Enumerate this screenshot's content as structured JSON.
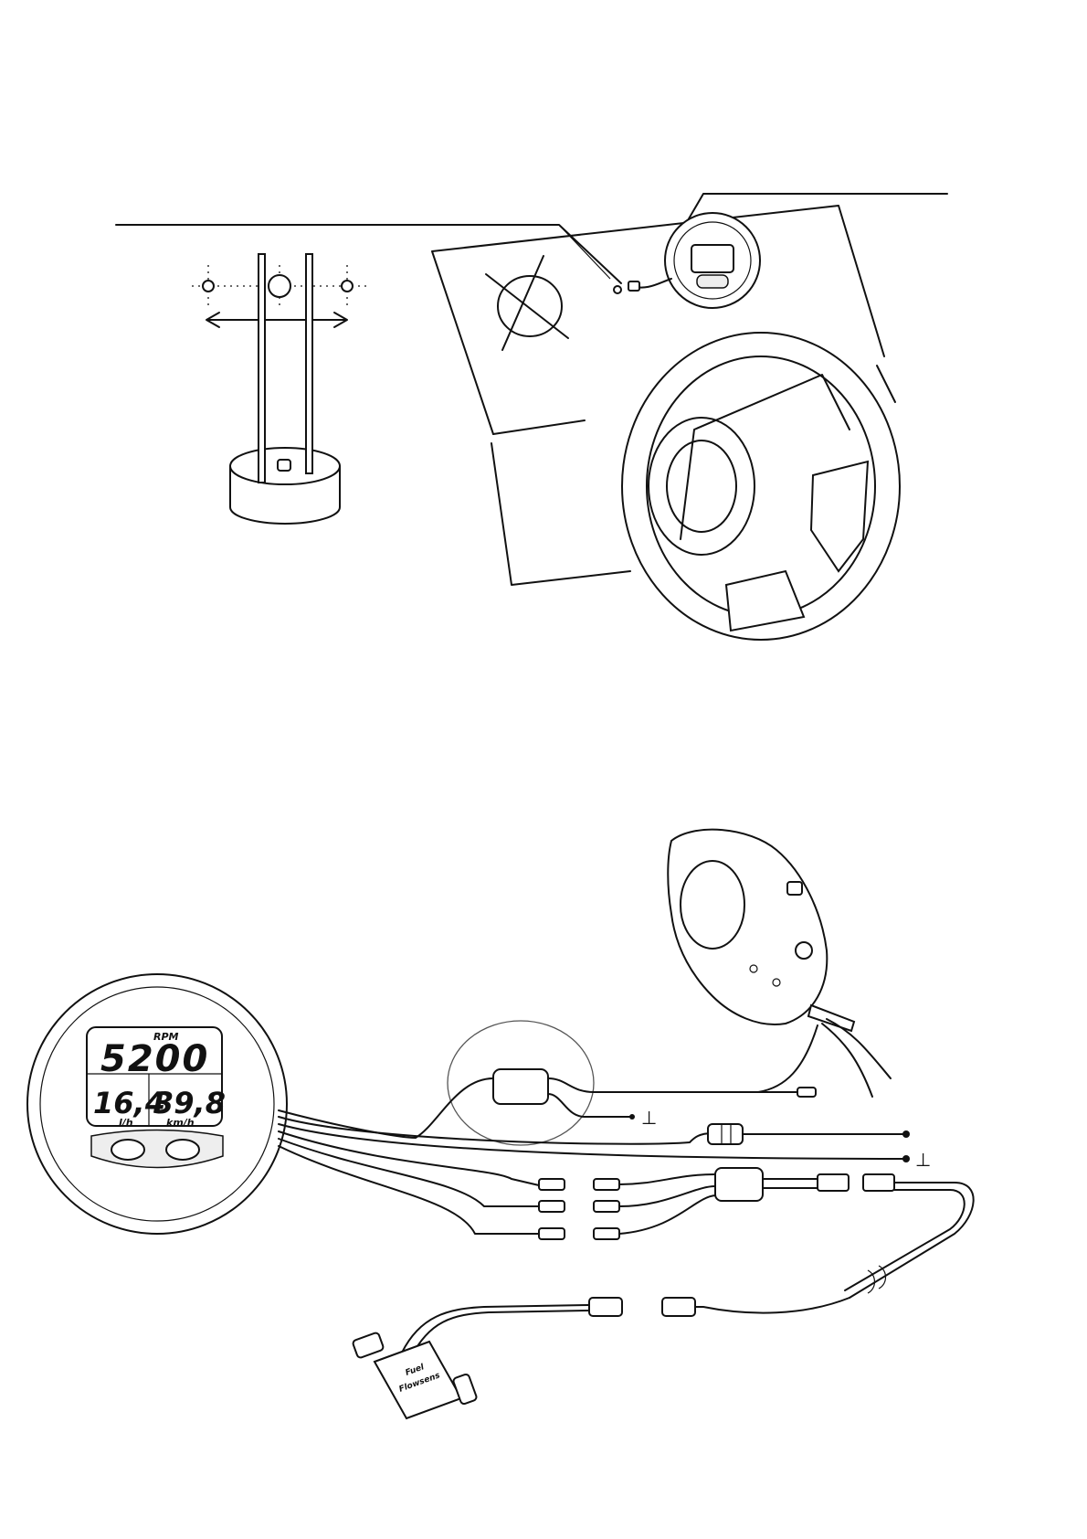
{
  "gauge": {
    "label_rpm": "RPM",
    "rpm_value": "5200",
    "fuel_rate": "16,4",
    "speed": "39,8",
    "unit_fuel": "l/h",
    "unit_speed": "km/h"
  },
  "symbols": {
    "ground": "⊥"
  },
  "sensor": {
    "text_line1": "Fuel",
    "text_line2": "Flowsens"
  }
}
